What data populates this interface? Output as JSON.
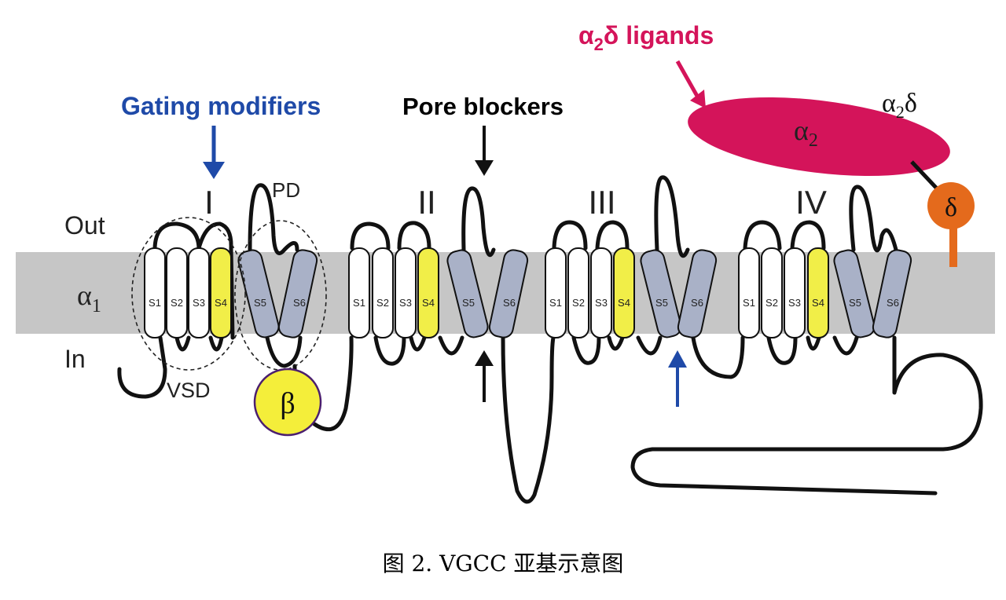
{
  "labels": {
    "gating_modifiers": "Gating modifiers",
    "pore_blockers": "Pore blockers",
    "a2d_ligands_alpha": "α",
    "a2d_ligands_sub": "2",
    "a2d_ligands_rest": "δ ligands",
    "a2d_alpha": "α",
    "a2d_sub": "2",
    "a2d_delta": "δ",
    "alpha2_alpha": "α",
    "alpha2_sub": "2",
    "delta": "δ",
    "beta": "β",
    "out": "Out",
    "in": "In",
    "alpha1_alpha": "α",
    "alpha1_sub": "1",
    "vsd": "VSD",
    "pd": "PD",
    "domains": [
      "I",
      "II",
      "III",
      "IV"
    ],
    "segments": [
      "S1",
      "S2",
      "S3",
      "S4",
      "S5",
      "S6"
    ]
  },
  "colors": {
    "membrane": "#c6c6c6",
    "gating_blue": "#1f4aa8",
    "magenta": "#d4145a",
    "orange": "#e46a1c",
    "beta_yellow": "#f4ee3a",
    "beta_border": "#4b1f6f",
    "s4_yellow": "#f1ee48",
    "pore_segment": "#a9b1c7"
  },
  "caption": "图 2. VGCC 亚基示意图"
}
